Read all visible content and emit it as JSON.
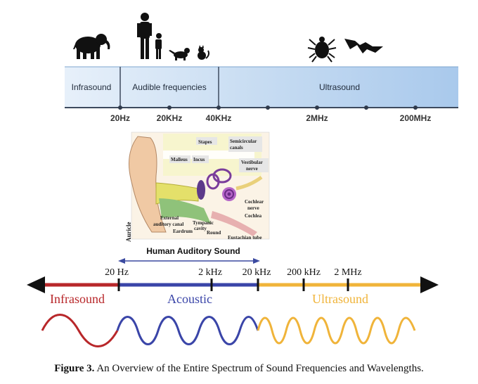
{
  "top_band": {
    "bands": [
      "Infrasound",
      "Audible frequencies",
      "Ultrasound"
    ],
    "ticks": [
      "20Hz",
      "20KHz",
      "40KHz",
      "2MHz",
      "200MHz"
    ]
  },
  "ear_labels": {
    "stapes": "Stapes",
    "semicircular": "Semicircular",
    "canals": "canals",
    "malleus": "Malleus",
    "incus": "Incus",
    "vestibular": "Vestibular",
    "nerve": "nerve",
    "cochlear": "Cochlear",
    "cochlear_nerve": "nerve",
    "cochlea": "Cochlea",
    "external": "External",
    "auditory_canal": "auditory canal",
    "tympanic": "Tympanic",
    "cavity": "cavity",
    "eardrum": "Eardrum",
    "round": "Round",
    "eustachian": "Eustachian tube",
    "auricle": "Auricle"
  },
  "human_auditory": "Human Auditory Sound",
  "bottom_scale": {
    "ticks": [
      "20 Hz",
      "2 kHz",
      "20 kHz",
      "200 kHz",
      "2 MHz"
    ],
    "regions": [
      "Infrasound",
      "Acoustic",
      "Ultrasound"
    ],
    "colors": {
      "infra": "#b8272a",
      "acoustic": "#3a45a8",
      "ultra": "#f0b43a"
    }
  },
  "caption": {
    "label": "Figure 3.",
    "text": " An Overview of the Entire Spectrum of Sound Frequencies and Wavelengths."
  }
}
